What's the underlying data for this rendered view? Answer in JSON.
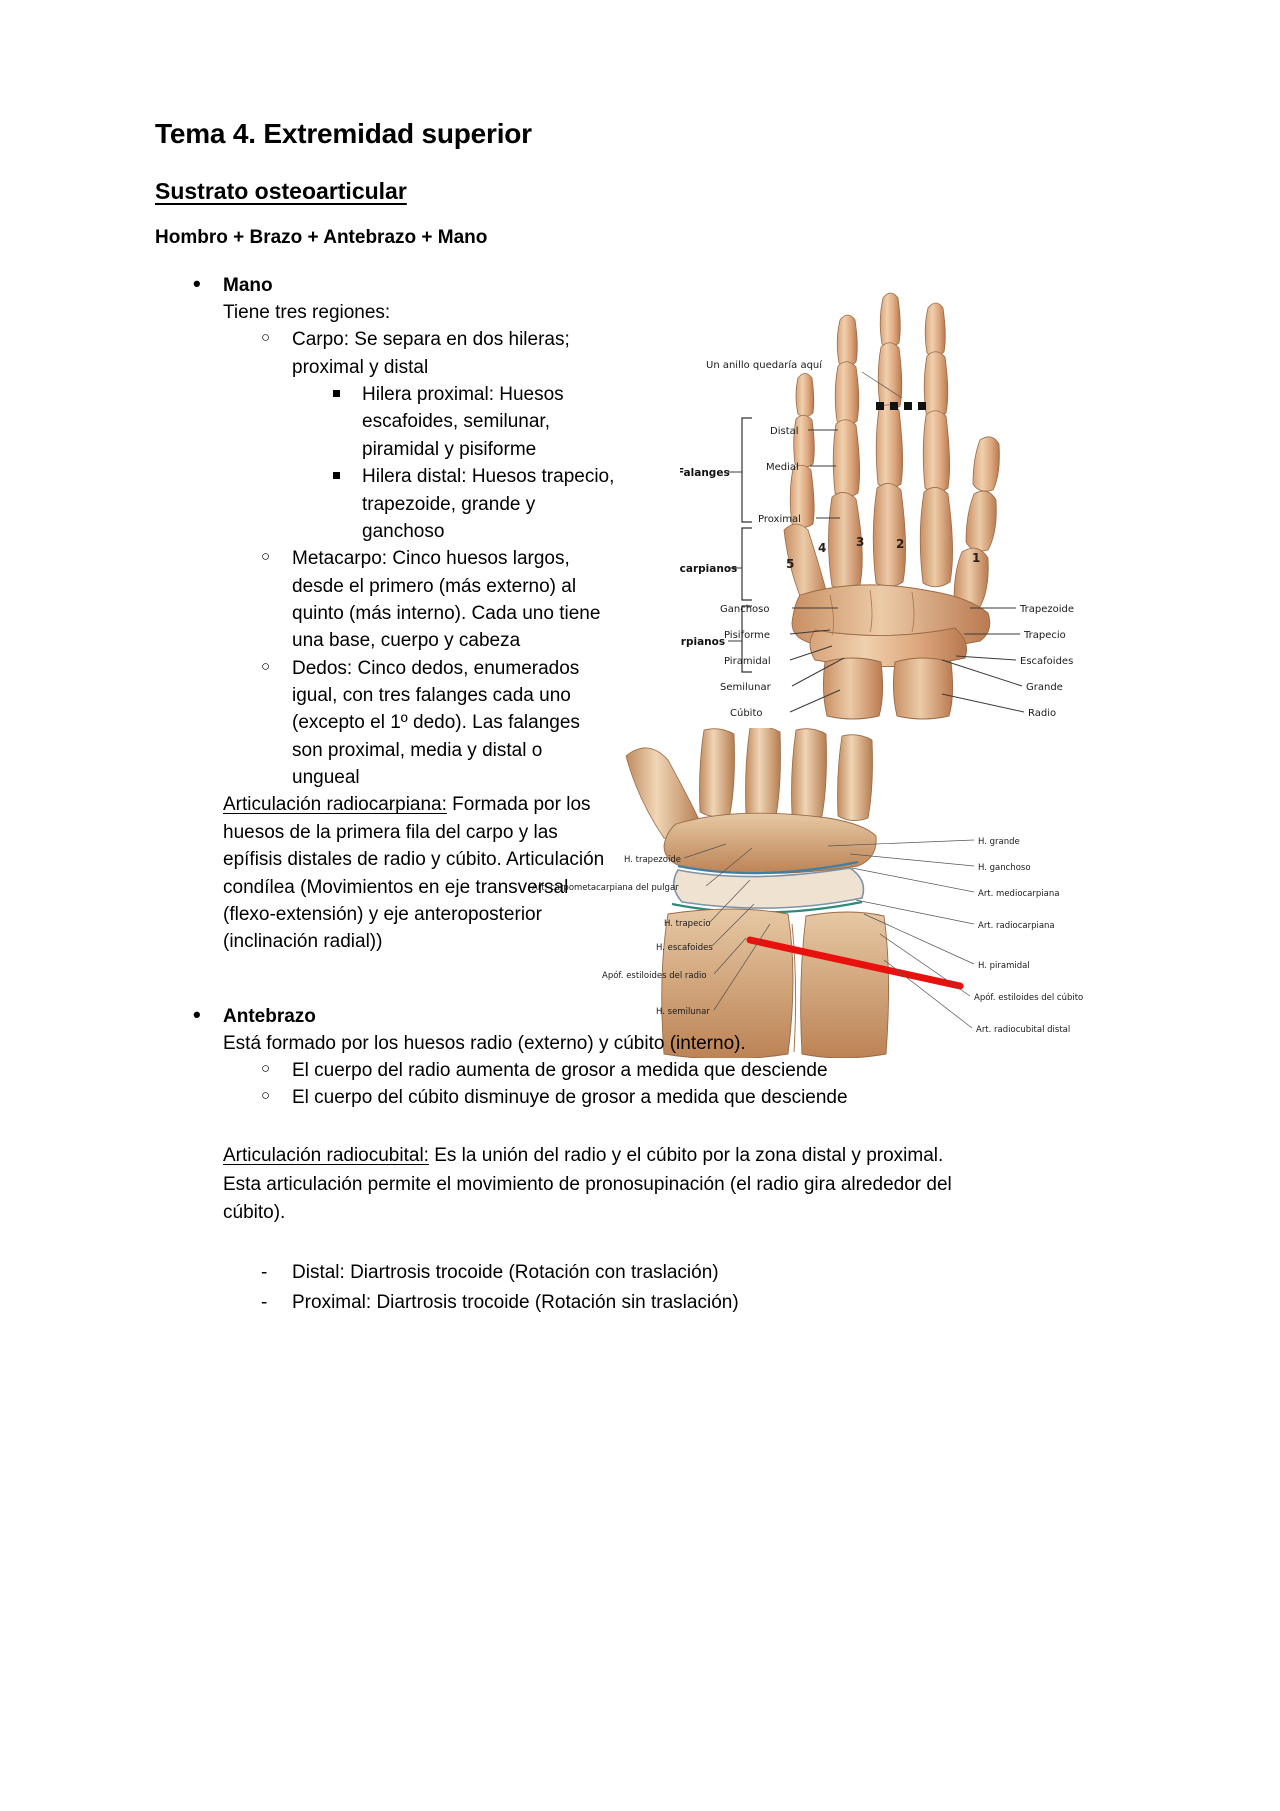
{
  "document": {
    "title": "Tema 4. Extremidad superior",
    "subtitle": "Sustrato osteoarticular",
    "summary_line": "Hombro + Brazo + Antebrazo + Mano"
  },
  "sections": [
    {
      "heading": "Mano",
      "intro": "Tiene tres regiones:",
      "items": [
        {
          "text": "Carpo: Se separa en dos hileras; proximal y distal",
          "subitems": [
            "Hilera proximal: Huesos escafoides, semilunar, piramidal y pisiforme",
            "Hilera distal: Huesos trapecio, trapezoide, grande y ganchoso"
          ]
        },
        {
          "text": "Metacarpo: Cinco huesos largos, desde el primero (más externo) al quinto (más interno). Cada uno tiene una base, cuerpo y cabeza",
          "subitems": []
        },
        {
          "text": "Dedos: Cinco dedos, enumerados igual, con tres falanges cada uno (excepto el 1º dedo). Las falanges son proximal, media y distal o ungueal",
          "subitems": []
        }
      ],
      "note_underlined": "Articulación radiocarpiana:",
      "note_rest": " Formada por los huesos de la primera fila del carpo y las epífisis distales de radio y cúbito. Articulación condílea (Movimientos en eje transversal (flexo-extensión) y eje anteroposterior (inclinación radial))"
    },
    {
      "heading": "Antebrazo",
      "intro": "Está formado por los huesos radio (externo) y cúbito (interno).",
      "items": [
        {
          "text": "El cuerpo del radio aumenta de grosor a medida que desciende",
          "subitems": []
        },
        {
          "text": "El cuerpo del cúbito disminuye de grosor a medida que desciende",
          "subitems": []
        }
      ],
      "note_underlined": "Articulación radiocubital:",
      "note_rest": " Es la unión del radio y el cúbito por la zona distal y proximal. Esta articulación permite el movimiento de pronosupinación (el radio gira alrededor del cúbito).",
      "dash_items": [
        "Distal: Diartrosis trocoide (Rotación con traslación)",
        "Proximal: Diartrosis trocoide (Rotación sin traslación)"
      ]
    }
  ],
  "figures": {
    "hand": {
      "name": "hand-skeleton-diagram",
      "callout": "Un anillo quedaría aquí",
      "bracket_labels": [
        {
          "label": "Falanges"
        },
        {
          "label": "Metacarpianos"
        },
        {
          "label": "Carpianos"
        }
      ],
      "phalanx_labels": [
        "Distal",
        "Medial",
        "Proximal"
      ],
      "left_labels": [
        "Ganchoso",
        "Pisiforme",
        "Piramidal",
        "Semilunar",
        "Cúbito"
      ],
      "right_labels": [
        "Trapezoide",
        "Trapecio",
        "Escafoides",
        "Grande",
        "Radio"
      ],
      "metacarpal_numbers": [
        "5",
        "4",
        "3",
        "2",
        "1"
      ]
    },
    "wrist": {
      "name": "wrist-joint-diagram",
      "left_labels": [
        "H. trapezoide",
        "Art. carpometacarpiana del pulgar",
        "H. trapecio",
        "H. escafoides",
        "Apóf. estiloides del radio",
        "H. semilunar"
      ],
      "right_labels": [
        "H. grande",
        "H. ganchoso",
        "Art. mediocarpiana",
        "Art. radiocarpiana",
        "H. piramidal",
        "Apóf. estiloides del cúbito",
        "Art. radiocubital distal"
      ],
      "annotation_color": "#e8110d"
    }
  }
}
